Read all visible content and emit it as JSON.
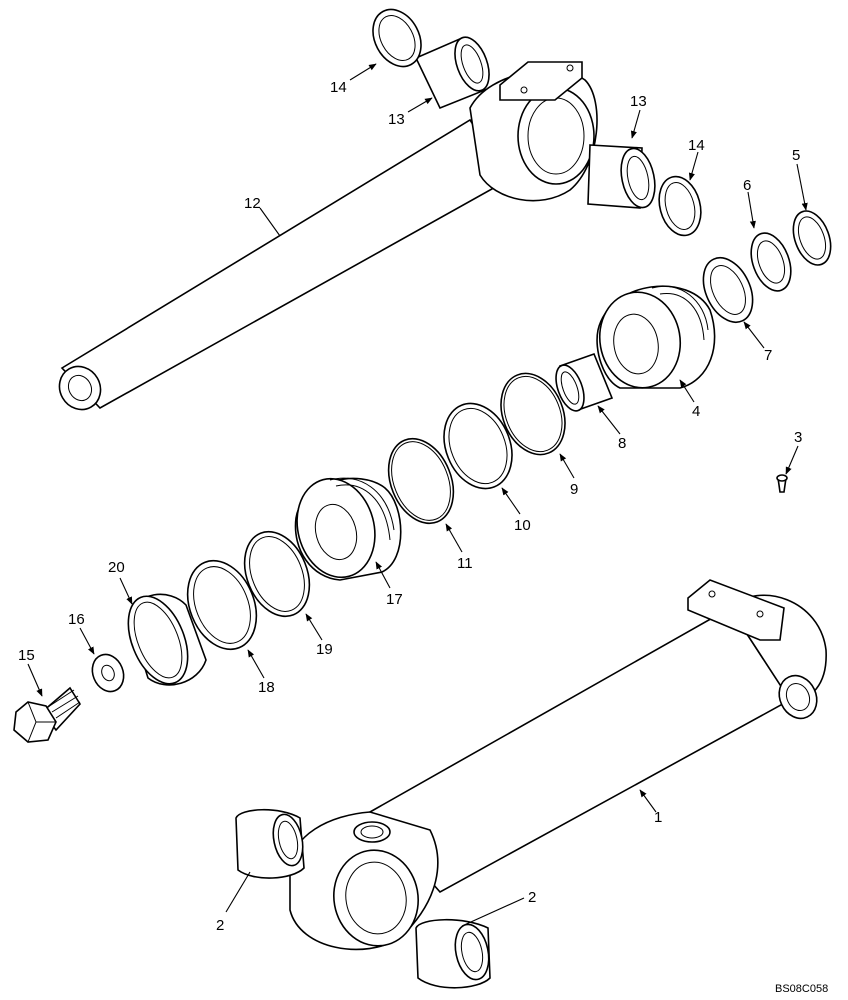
{
  "callouts": [
    {
      "id": "c14a",
      "text": "14"
    },
    {
      "id": "c13a",
      "text": "13"
    },
    {
      "id": "c13b",
      "text": "13"
    },
    {
      "id": "c14b",
      "text": "14"
    },
    {
      "id": "c12",
      "text": "12"
    },
    {
      "id": "c5",
      "text": "5"
    },
    {
      "id": "c6",
      "text": "6"
    },
    {
      "id": "c7",
      "text": "7"
    },
    {
      "id": "c4",
      "text": "4"
    },
    {
      "id": "c8",
      "text": "8"
    },
    {
      "id": "c3",
      "text": "3"
    },
    {
      "id": "c9",
      "text": "9"
    },
    {
      "id": "c10",
      "text": "10"
    },
    {
      "id": "c11",
      "text": "11"
    },
    {
      "id": "c17",
      "text": "17"
    },
    {
      "id": "c19",
      "text": "19"
    },
    {
      "id": "c18",
      "text": "18"
    },
    {
      "id": "c20",
      "text": "20"
    },
    {
      "id": "c16",
      "text": "16"
    },
    {
      "id": "c15",
      "text": "15"
    },
    {
      "id": "c1",
      "text": "1"
    },
    {
      "id": "c2a",
      "text": "2"
    },
    {
      "id": "c2b",
      "text": "2"
    }
  ],
  "drawing_code": "BS08C058"
}
